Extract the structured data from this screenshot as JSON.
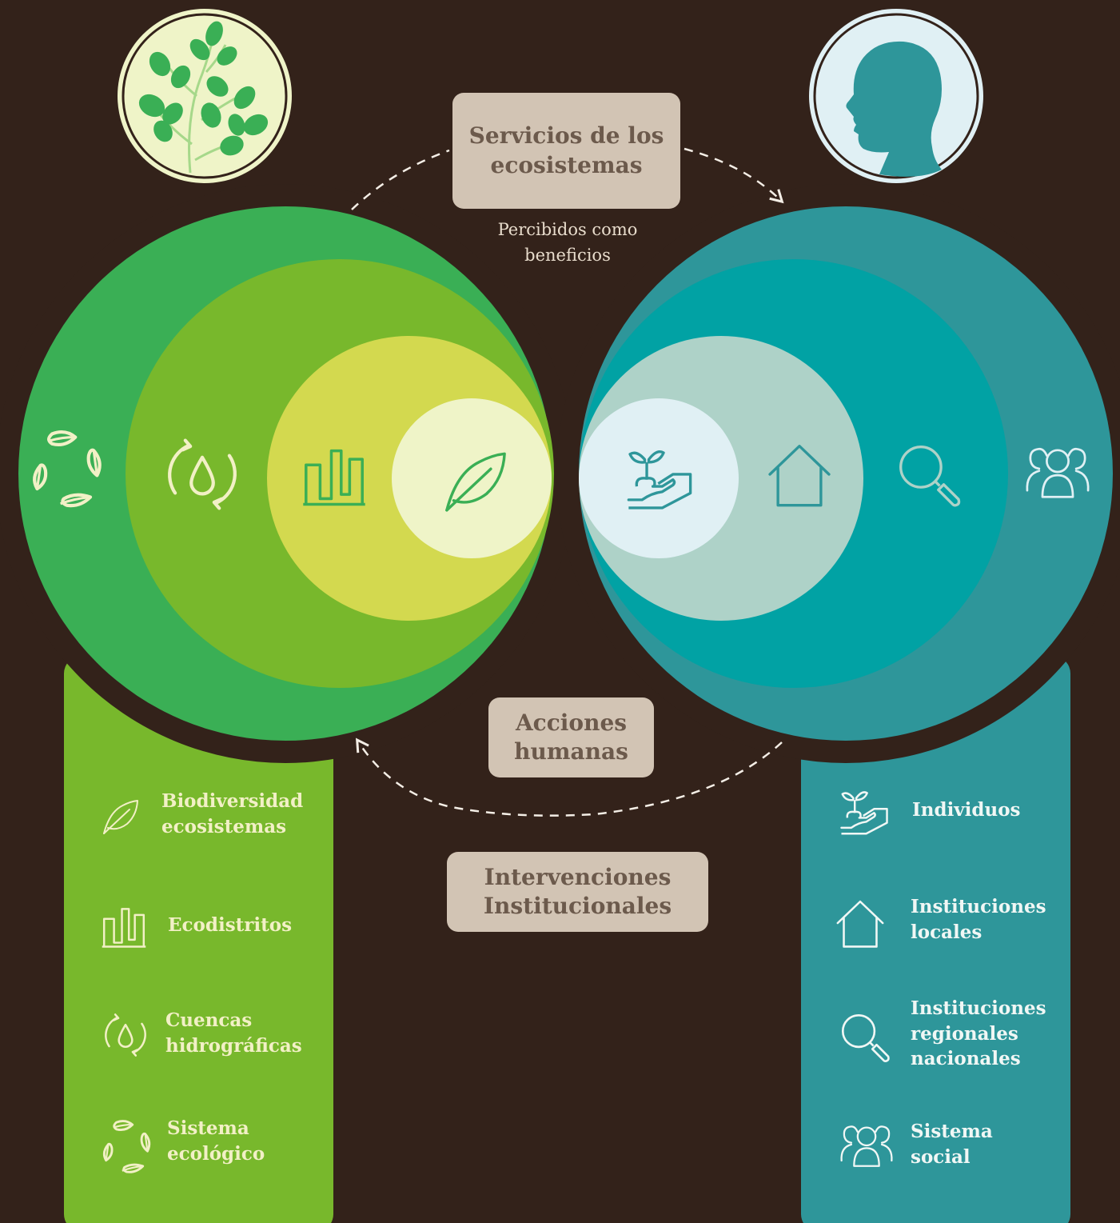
{
  "colors": {
    "background": "#33221a",
    "eco_outer": "#3aaf55",
    "eco_mid": "#78b82c",
    "eco_inner": "#d3d94f",
    "eco_core": "#eff4c8",
    "soc_outer": "#2e969a",
    "soc_mid": "#01a2a4",
    "soc_inner": "#aed2c8",
    "soc_core": "#e0f0f4",
    "box": "#d2c4b4",
    "box_text": "#6c5a4c"
  },
  "top_box": {
    "label_line1": "Servicios de los",
    "label_line2": "ecosistemas"
  },
  "perceived": {
    "line1": "Percibidos como",
    "line2": "beneficios"
  },
  "middle_box": {
    "label_line1": "Acciones",
    "label_line2": "humanas"
  },
  "bottom_box": {
    "label_line1": "Intervenciones",
    "label_line2": "Institucionales"
  },
  "ecological_panel": {
    "items": [
      {
        "icon": "leaf-icon",
        "line1": "Biodiversidad",
        "line2": "ecosistemas"
      },
      {
        "icon": "ecodistrict-icon",
        "line1": "Ecodistritos"
      },
      {
        "icon": "watershed-icon",
        "line1": "Cuencas",
        "line2": "hidrográficas"
      },
      {
        "icon": "recycle-leaves-icon",
        "line1": "Sistema",
        "line2": "ecológico"
      }
    ]
  },
  "social_panel": {
    "items": [
      {
        "icon": "hand-plant-icon",
        "line1": "Individuos"
      },
      {
        "icon": "house-icon",
        "line1": "Instituciones",
        "line2": "locales"
      },
      {
        "icon": "magnifier-icon",
        "line1": "Instituciones",
        "line2": "regionales",
        "line3": "nacionales"
      },
      {
        "icon": "people-icon",
        "line1": "Sistema",
        "line2": "social"
      }
    ]
  }
}
